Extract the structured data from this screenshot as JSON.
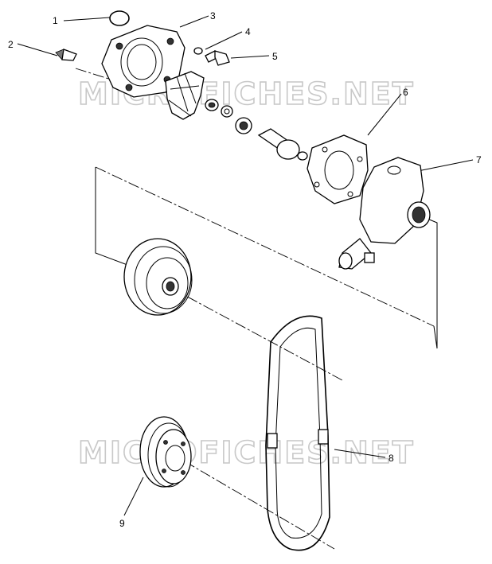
{
  "watermark": {
    "top_text": "MICROFICHES.NET",
    "bottom_text": "MICROFICHES.NET",
    "color": "#c8c8c8"
  },
  "callouts": [
    "1",
    "2",
    "3",
    "4",
    "5",
    "6",
    "7",
    "8",
    "9"
  ]
}
